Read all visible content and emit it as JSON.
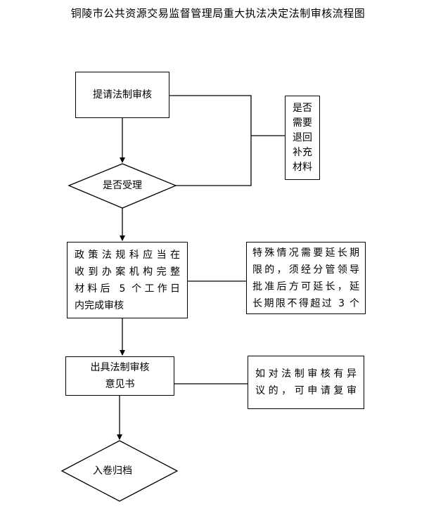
{
  "title": "铜陵市公共资源交易监督管理局重大执法决定法制审核流程图",
  "nodes": {
    "submit": "提请法制审核",
    "accept": "是否受理",
    "supplement_line1": "是否需要",
    "supplement_line2": "退回补充",
    "supplement_line3": "材料",
    "review_line1": "政策法规科应当在",
    "review_line2": "收到办案机构完整",
    "review_line3": "材料后 5 个工作日",
    "review_line4": "内完成审核",
    "extend_line1": "特殊情况需要延长期",
    "extend_line2": "限的，须经分管领导",
    "extend_line3": "批准后方可延长，延",
    "extend_line4": "长期限不得超过 3 个",
    "opinion_line1": "出具法制审核",
    "opinion_line2": "意见书",
    "objection_line1": "如对法制审核有异",
    "objection_line2": "议的，可申请复审",
    "archive": "入卷归档"
  }
}
